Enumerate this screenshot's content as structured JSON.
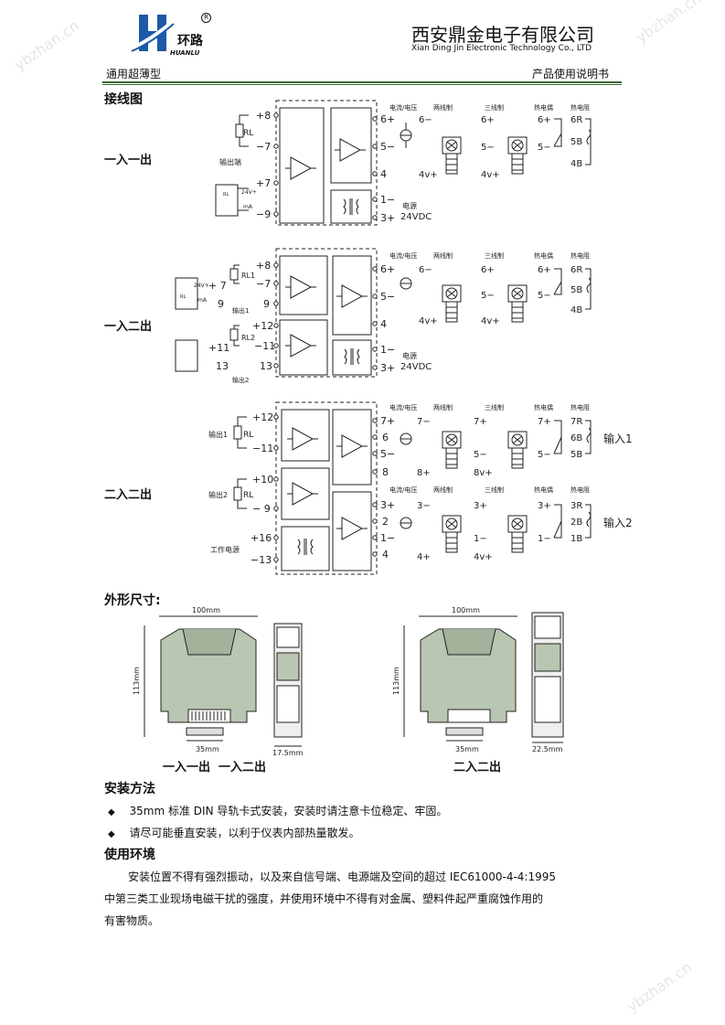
{
  "header": {
    "logo_text": "环路",
    "logo_sub": "HUANLU",
    "registered": "R",
    "company_cn": "西安鼎金电子有限公司",
    "company_en": "Xian Ding Jin Electronic Technology Co., LTD",
    "left_label": "通用超薄型",
    "right_label": "产品使用说明书"
  },
  "wiring": {
    "title": "接线图",
    "row1": {
      "label": "一入一出",
      "out_top": "+8",
      "out_bot": "−7",
      "rl": "RL",
      "out_label": "输出端",
      "in_top": "+7",
      "in_bot": "−9",
      "v24": "24V+",
      "ma": "mA",
      "t6": "6+",
      "t5": "5−",
      "t4": "4",
      "t1": "1−",
      "t3": "3+",
      "power": "电源",
      "power_v": "24VDC",
      "h_cv": "电流/电压",
      "h_2w": "两线制",
      "h_3w": "三线制",
      "h_tc": "热电偶",
      "h_rtd": "热电阻",
      "c_6m": "6−",
      "c_4v": "4v+",
      "c3_6p": "6+",
      "c3_5m": "5−",
      "c3_4v": "4v+",
      "tc_6p": "6+",
      "tc_5m": "5−",
      "r_6r": "6R",
      "r_5b": "5B",
      "r_4b": "4B"
    },
    "row2": {
      "label": "一入二出",
      "o1_top": "+8",
      "o1_bot": "−7",
      "o1_9": "9",
      "rl1": "RL1",
      "out1": "输出1",
      "o2_top": "+12",
      "o2_bot": "−11",
      "o2_13": "13",
      "rl2": "RL2",
      "out2": "输出2",
      "l_7": "+ 7",
      "l_9": "9",
      "l_11": "+11",
      "l_13": "13",
      "v24": "24V+",
      "ma": "mA",
      "rl": "RL",
      "t6": "6+",
      "t5": "5−",
      "t4": "4",
      "t1": "1−",
      "t3": "3+",
      "power": "电源",
      "power_v": "24VDC",
      "h_cv": "电流/电压",
      "h_2w": "两线制",
      "h_3w": "三线制",
      "h_tc": "热电偶",
      "h_rtd": "热电阻",
      "c_6m": "6−",
      "c_4v": "4v+",
      "c3_6p": "6+",
      "c3_5m": "5−",
      "c3_4v": "4v+",
      "tc_6p": "6+",
      "tc_5m": "5−",
      "r_6r": "6R",
      "r_5b": "5B",
      "r_4b": "4B"
    },
    "row3": {
      "label": "二入二出",
      "o1_top": "+12",
      "o1_bot": "−11",
      "out1": "输出1",
      "rl": "RL",
      "o2_top": "+10",
      "o2_bot": "− 9",
      "out2": "输出2",
      "p_top": "+16",
      "p_bot": "−13",
      "power": "工作电源",
      "t7": "7+",
      "t6": "6",
      "t5": "5−",
      "t8": "8",
      "t3": "3+",
      "t2": "2",
      "t1": "1−",
      "t4": "4",
      "h_cv": "电流/电压",
      "h_2w": "两线制",
      "h_3w": "三线制",
      "h_tc": "热电偶",
      "h_rtd": "热电阻",
      "a_7m": "7−",
      "a_8v": "8+",
      "a3_7p": "7+",
      "a3_5m": "5−",
      "a3_8v": "8v+",
      "atc_7p": "7+",
      "atc_5m": "5−",
      "ar_7r": "7R",
      "ar_6b": "6B",
      "ar_5b": "5B",
      "in1": "输入1",
      "b_3m": "3−",
      "b_4v": "4+",
      "b3_3p": "3+",
      "b3_1m": "1−",
      "b3_4v": "4v+",
      "btc_3p": "3+",
      "btc_1m": "1−",
      "br_3r": "3R",
      "br_2b": "2B",
      "br_1b": "1B",
      "in2": "输入2"
    }
  },
  "dims": {
    "title": "外形尺寸:",
    "w100": "100mm",
    "h113": "113mm",
    "w35": "35mm",
    "w175": "17.5mm",
    "w225": "22.5mm",
    "cap1": "一入一出  一入二出",
    "cap2": "二入二出"
  },
  "install": {
    "title": "安装方法",
    "items": [
      "35mm 标准 DIN 导轨卡式安装，安装时请注意卡位稳定、牢固。",
      "请尽可能垂直安装，以利于仪表内部热量散发。"
    ]
  },
  "env": {
    "title": "使用环境",
    "para1": "安装位置不得有强烈振动，以及来自信号端、电源端及空间的超过 IEC61000-4-4:1995",
    "para2": "中第三类工业现场电磁干扰的强度，并使用环境中不得有对金属、塑料件起严重腐蚀作用的",
    "para3": "有害物质。"
  },
  "colors": {
    "rule": "#3b6a32",
    "module": "#b9c6b1",
    "logo": "#1c5aa6"
  }
}
